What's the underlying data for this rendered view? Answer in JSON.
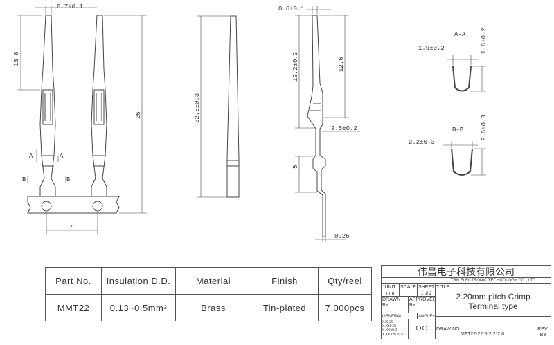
{
  "views": {
    "front": {
      "dims": {
        "top_width": "0.7±0.1",
        "pin_length": "13.8",
        "overall_length": "26",
        "pitch": "7",
        "section_a": "A",
        "section_b": "B"
      }
    },
    "side": {
      "dims": {
        "length": "22.5±0.3"
      }
    },
    "profile": {
      "dims": {
        "top_width": "0.6±0.1",
        "upper": "12.2±0.2",
        "pin": "12.6",
        "crimp_width": "2.5±0.2",
        "lower": "5",
        "thickness": "0.25"
      }
    },
    "section_aa": {
      "label": "A-A",
      "width": "1.9±0.2",
      "height": "1.8±0.2"
    },
    "section_bb": {
      "label": "B-B",
      "width": "2.2±0.3",
      "height": "2.6±0.3"
    }
  },
  "spec_table": {
    "headers": [
      "Part No.",
      "Insulation D.D.",
      "Material",
      "Finish",
      "Qty/reel"
    ],
    "row": [
      "MMT22",
      "0.13~0.5mm²",
      "Brass",
      "Tin-plated",
      "7.000pcs"
    ]
  },
  "title_block": {
    "company_cn": "伟昌电子科技有限公司",
    "company_en": "TRN ELECTRONIC TECHNOLOGY CO., LTD",
    "unit_label": "UNIT",
    "unit_value": "mm",
    "scale_label": "SCALE",
    "sheet_label": "SHEET",
    "sheet_value": "1 of 2",
    "title_label": "TITLE:",
    "title_line1": "2.20mm pitch Crimp",
    "title_line2": "Terminal type",
    "drawn_by": "DRAWN BY",
    "approved_by": "APPROVED BY",
    "general_tolerance": "GENERAL TOLERANCE",
    "angle": "ANGLE±",
    "tol_1": "X±0.30",
    "tol_2": "X.X±0.25",
    "tol_3": "X.XX±0.2",
    "tol_4": "X.XXX±0.015",
    "draw_no_label": "DRAW NO.",
    "draw_no": "MFT22-22.5*2.2*2.6",
    "rev_label": "REV.",
    "rev": "B3"
  }
}
